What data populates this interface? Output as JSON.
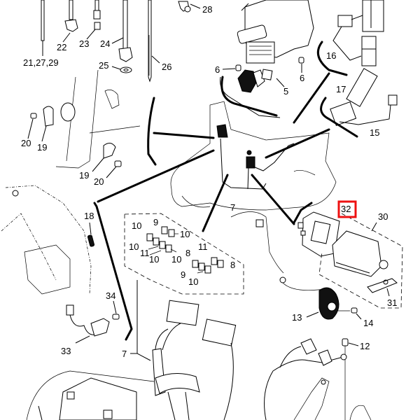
{
  "diagram": {
    "title": "Electrical parts exploded diagram",
    "highlight_color": "#ee1111",
    "highlighted_part": "32",
    "callouts": [
      {
        "id": "c21",
        "text": "21,27,29"
      },
      {
        "id": "c22",
        "text": "22"
      },
      {
        "id": "c23",
        "text": "23"
      },
      {
        "id": "c24",
        "text": "24"
      },
      {
        "id": "c25",
        "text": "25"
      },
      {
        "id": "c26",
        "text": "26"
      },
      {
        "id": "c28",
        "text": "28"
      },
      {
        "id": "c6a",
        "text": "6"
      },
      {
        "id": "c6b",
        "text": "6"
      },
      {
        "id": "c5",
        "text": "5"
      },
      {
        "id": "c16",
        "text": "16"
      },
      {
        "id": "c17",
        "text": "17"
      },
      {
        "id": "c15",
        "text": "15"
      },
      {
        "id": "c20a",
        "text": "20"
      },
      {
        "id": "c19a",
        "text": "19"
      },
      {
        "id": "c19b",
        "text": "19"
      },
      {
        "id": "c20b",
        "text": "20"
      },
      {
        "id": "c7a",
        "text": "7"
      },
      {
        "id": "c18",
        "text": "18"
      },
      {
        "id": "c10a",
        "text": "10"
      },
      {
        "id": "c9a",
        "text": "9"
      },
      {
        "id": "c10b",
        "text": "10"
      },
      {
        "id": "c10c",
        "text": "10"
      },
      {
        "id": "c11a",
        "text": "11"
      },
      {
        "id": "c10d",
        "text": "10"
      },
      {
        "id": "c10e",
        "text": "10"
      },
      {
        "id": "c8a",
        "text": "8"
      },
      {
        "id": "c11b",
        "text": "11"
      },
      {
        "id": "c8b",
        "text": "8"
      },
      {
        "id": "c9b",
        "text": "9"
      },
      {
        "id": "c10f",
        "text": "10"
      },
      {
        "id": "c32",
        "text": "32"
      },
      {
        "id": "c30",
        "text": "30"
      },
      {
        "id": "c31",
        "text": "31"
      },
      {
        "id": "c13",
        "text": "13"
      },
      {
        "id": "c14",
        "text": "14"
      },
      {
        "id": "c34",
        "text": "34"
      },
      {
        "id": "c33",
        "text": "33"
      },
      {
        "id": "c7b",
        "text": "7"
      },
      {
        "id": "c12",
        "text": "12"
      }
    ]
  }
}
